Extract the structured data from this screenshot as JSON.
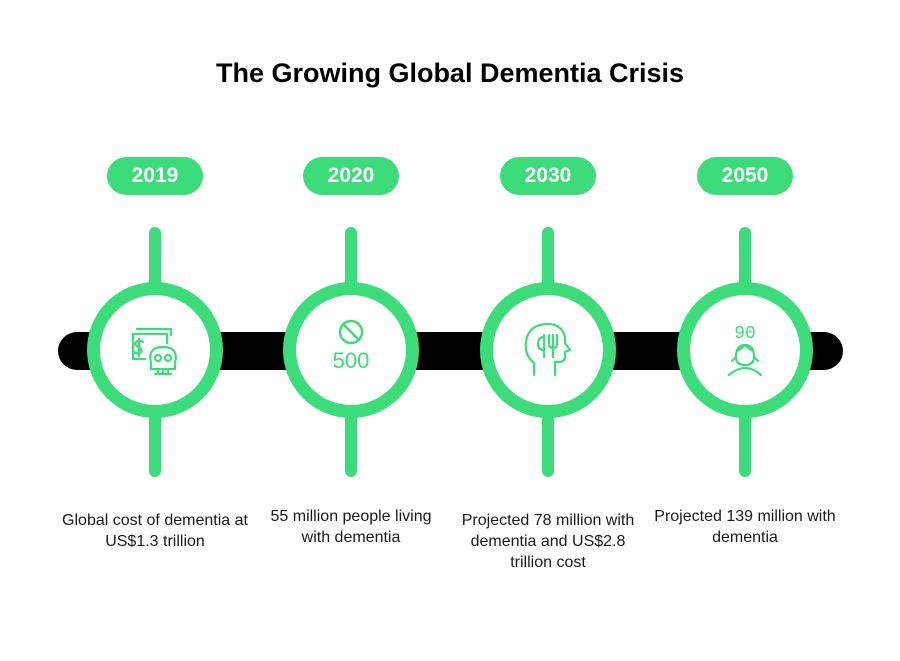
{
  "title": "The Growing Global Dementia Crisis",
  "colors": {
    "accent": "#3ddc7a",
    "bar": "#000000",
    "text": "#1a1a1a"
  },
  "timeline": [
    {
      "year": "2019",
      "icon": "money-skull-icon",
      "description": "Global cost of dementia at US$1.3 trillion"
    },
    {
      "year": "2020",
      "icon": "no-500-icon",
      "icon_text": "500",
      "description": "55 million people living with dementia"
    },
    {
      "year": "2030",
      "icon": "head-fork-icon",
      "description": "Projected 78 million with dementia and US$2.8 trillion cost"
    },
    {
      "year": "2050",
      "icon": "elderly-person-90-icon",
      "icon_text": "90",
      "description": "Projected 139 million with dementia"
    }
  ]
}
